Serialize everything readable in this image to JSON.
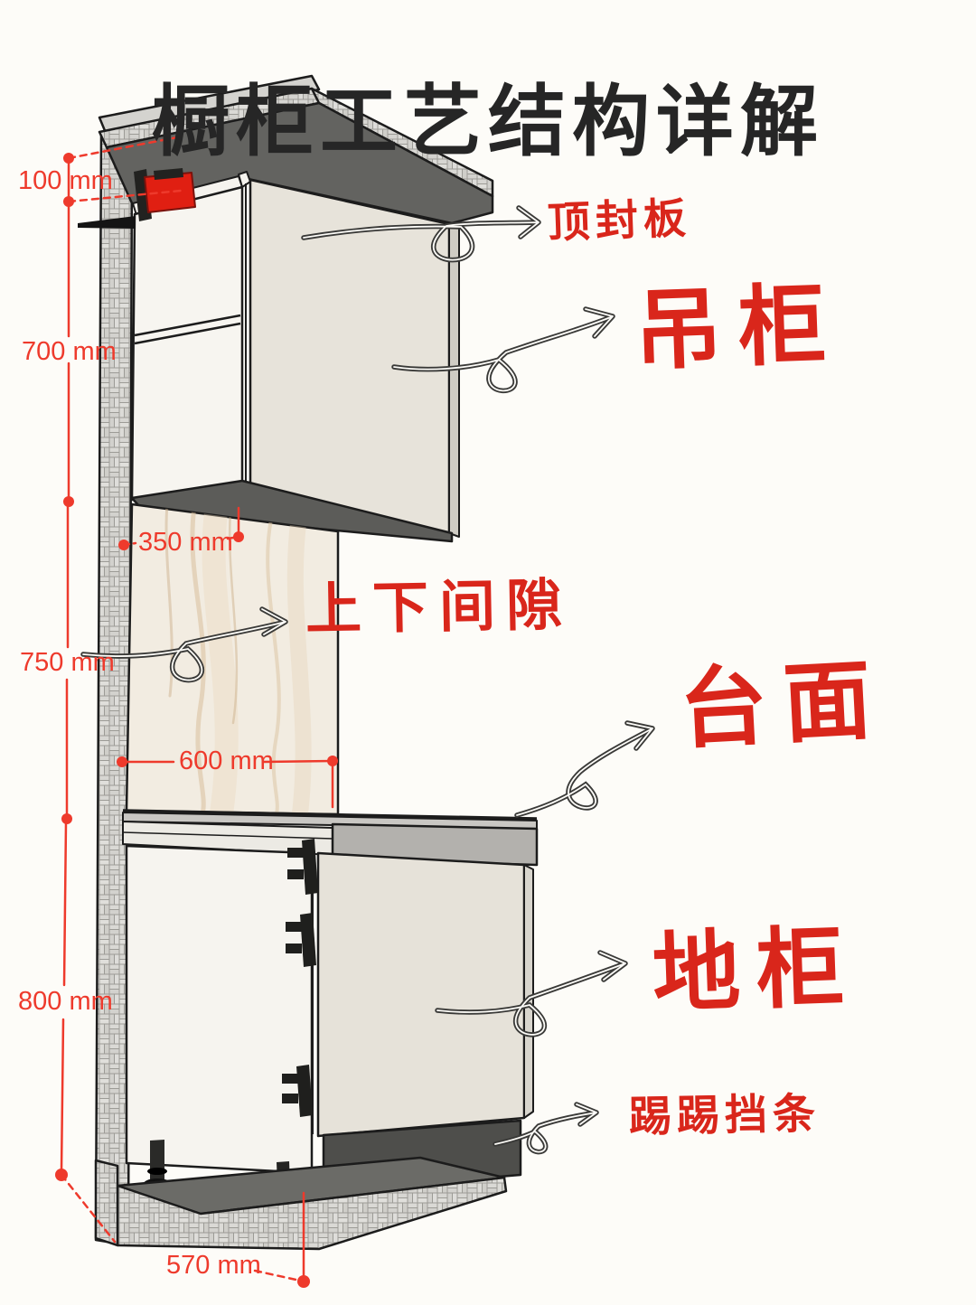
{
  "title": "橱柜工艺结构详解",
  "dimensions": {
    "d100": "100 mm",
    "d700": "700 mm",
    "d350": "350 mm",
    "d750": "750 mm",
    "d600": "600 mm",
    "d800": "800 mm",
    "d570": "570 mm"
  },
  "parts": {
    "top_seal_board": "顶封板",
    "wall_cabinet": "吊柜",
    "upper_lower_gap": "上下间隙",
    "countertop": "台面",
    "base_cabinet": "地柜",
    "kick_strip": "踢踢挡条"
  },
  "colors": {
    "background": "#fdfcf8",
    "title_black": "#262626",
    "dimension_red": "#ee3a2c",
    "label_red": "#d9261b",
    "outline_dark": "#1c1c1c",
    "arrow_dark": "#3a3a38"
  }
}
